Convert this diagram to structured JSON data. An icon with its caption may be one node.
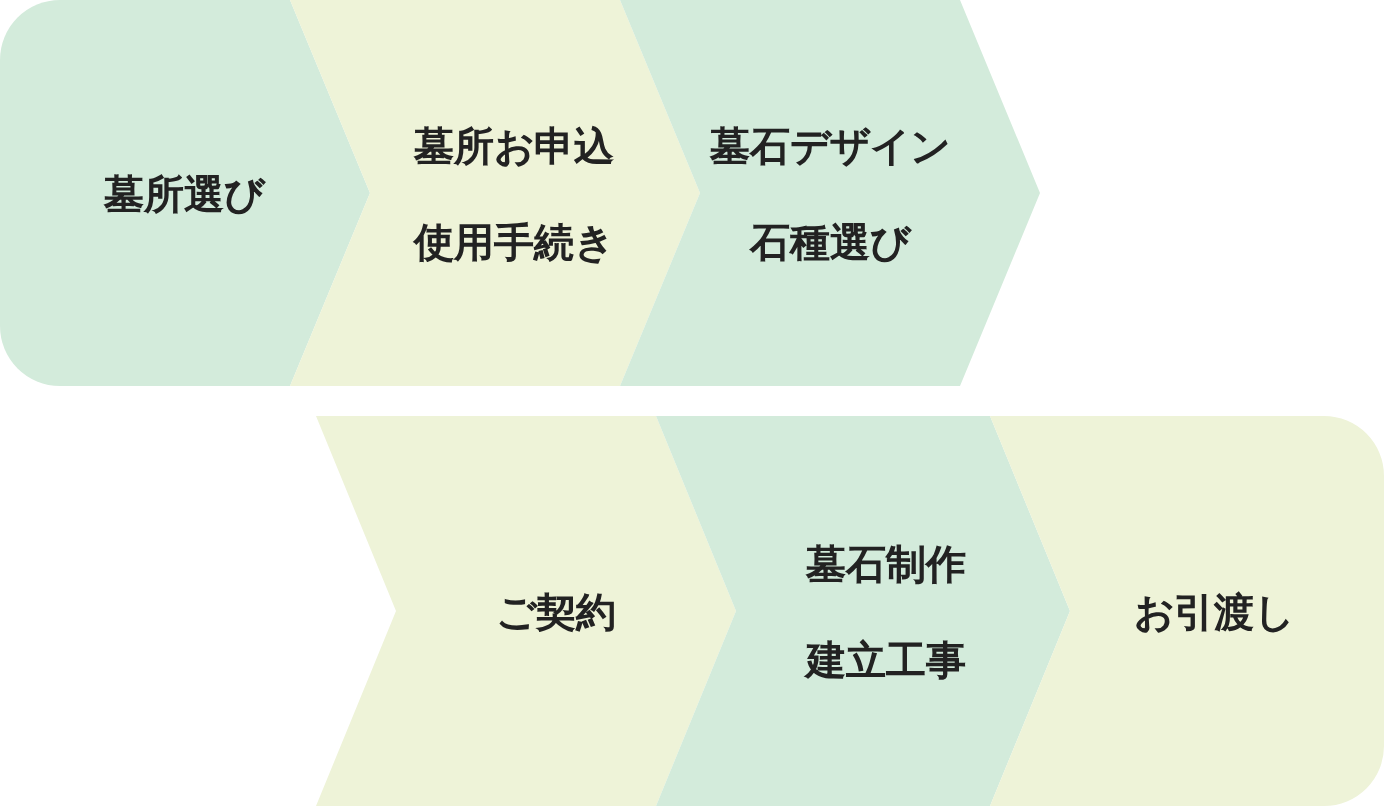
{
  "diagram": {
    "nodes": [
      {
        "text": [
          "墓所選び"
        ]
      },
      {
        "text": [
          "墓所お申込使用手続き"
        ]
      },
      {
        "text": [
          "墓石デザイン石種選び"
        ]
      },
      {
        "text": [
          "ご契約"
        ]
      },
      {
        "text": [
          "墓石制作建立工事"
        ]
      },
      {
        "text": [
          "お引渡し"
        ]
      }
    ]
  }
}
